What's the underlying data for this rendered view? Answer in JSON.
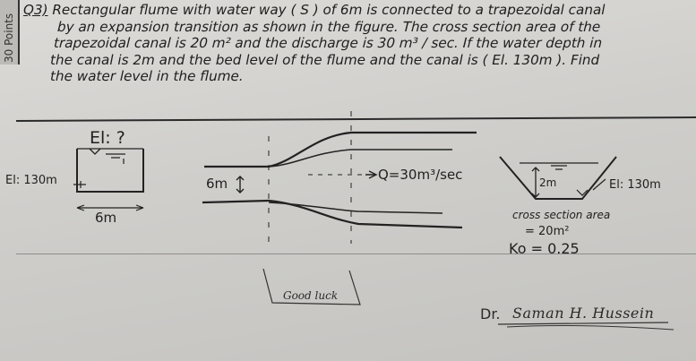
{
  "side_tab": {
    "label": "30 Points"
  },
  "question": {
    "label": "Q3)",
    "lines": [
      "Rectangular flume with water way ( S ) of 6m is connected to a trapezoidal canal",
      "by an expansion transition as shown in the figure. The cross section area of the",
      "trapezoidal canal is 20 m² and the discharge is 30 m³ / sec. If the water depth in",
      "the canal is 2m and the bed level of the flume and the canal is ( El. 130m ). Find",
      "the water level in the flume."
    ]
  },
  "figure": {
    "flume_label": "El: ?",
    "flume_bed": "El: 130m",
    "flume_width": "6m",
    "transition_width": "6m",
    "discharge": "Q=30m³/sec",
    "canal_depth": "2m",
    "canal_bed": "El: 130m",
    "canal_area_label": "cross section area",
    "canal_area_value": "= 20m²",
    "ko": "Ko = 0.25"
  },
  "footer": {
    "good_luck": "Good luck",
    "dr_prefix": "Dr.",
    "signature": "Saman H. Hussein"
  }
}
